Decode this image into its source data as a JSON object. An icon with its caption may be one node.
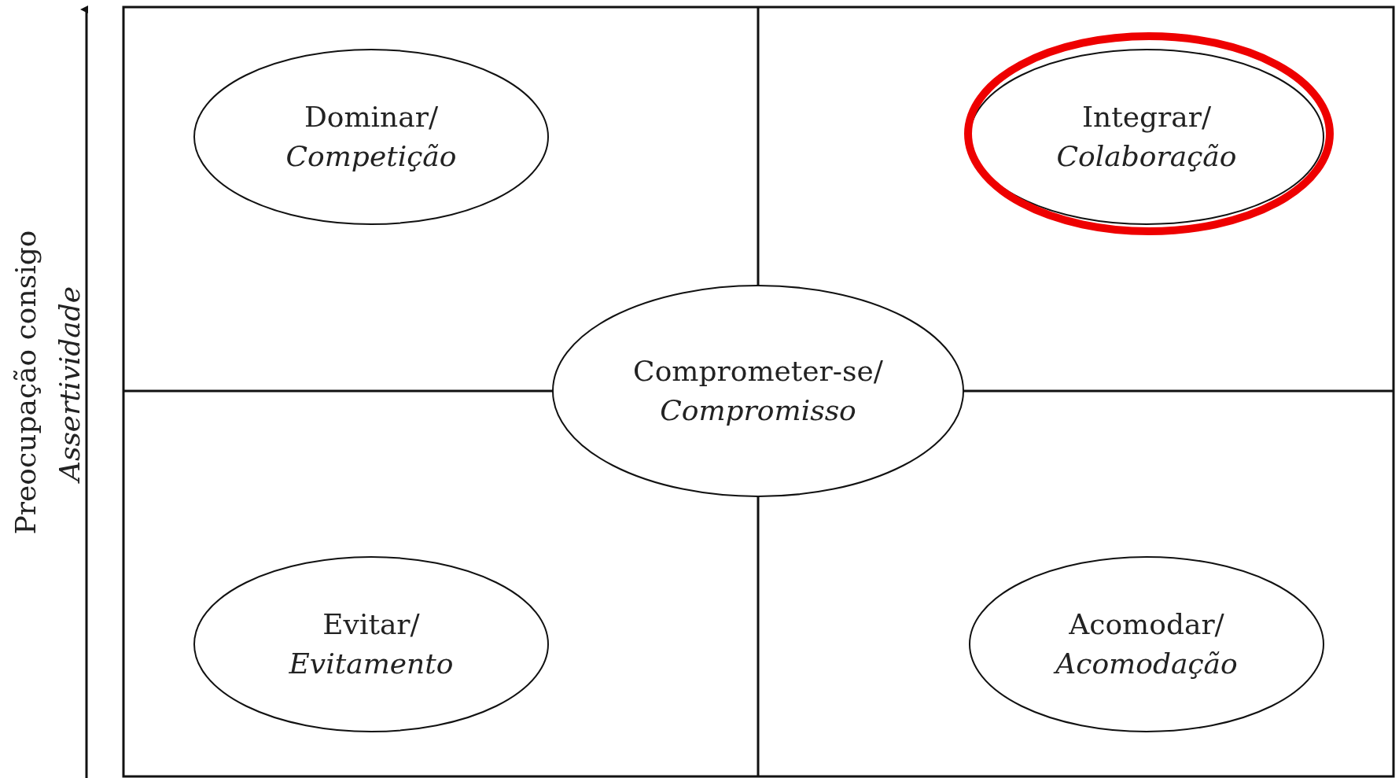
{
  "diagram": {
    "nodes": [
      {
        "text": [
          "Dominar/",
          "Competição"
        ]
      },
      {
        "text": [
          "Integrar/",
          "Colaboração"
        ]
      },
      {
        "text": [
          "Comprometer-se/",
          "Compromisso"
        ]
      },
      {
        "text": [
          "Evitar/",
          "Evitamento"
        ]
      },
      {
        "text": [
          "Acomodar/",
          "Acomodação"
        ]
      }
    ],
    "edges": [],
    "labels": [
      "Preocupação consigo",
      "Assertividade"
    ]
  }
}
